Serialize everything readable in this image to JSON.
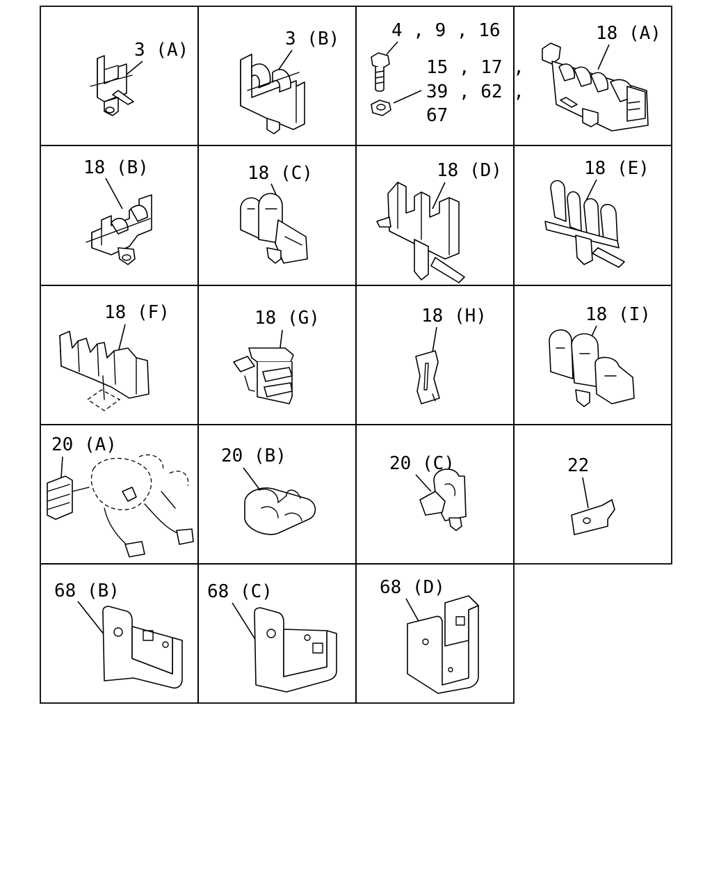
{
  "cells": [
    {
      "labels": [
        "3 (A)"
      ]
    },
    {
      "labels": [
        "3 (B)"
      ]
    },
    {
      "labels": [
        "4 , 9 , 16",
        "15 , 17 ,",
        "39 , 62 ,",
        "67"
      ]
    },
    {
      "labels": [
        "18 (A)"
      ]
    },
    {
      "labels": [
        "18 (B)"
      ]
    },
    {
      "labels": [
        "18 (C)"
      ]
    },
    {
      "labels": [
        "18 (D)"
      ]
    },
    {
      "labels": [
        "18 (E)"
      ]
    },
    {
      "labels": [
        "18 (F)"
      ]
    },
    {
      "labels": [
        "18 (G)"
      ]
    },
    {
      "labels": [
        "18 (H)"
      ]
    },
    {
      "labels": [
        "18 (I)"
      ]
    },
    {
      "labels": [
        "20 (A)"
      ]
    },
    {
      "labels": [
        "20 (B)"
      ]
    },
    {
      "labels": [
        "20 (C)"
      ]
    },
    {
      "labels": [
        "22"
      ]
    },
    {
      "labels": [
        "68 (B)"
      ]
    },
    {
      "labels": [
        "68 (C)"
      ]
    },
    {
      "labels": [
        "68 (D)"
      ]
    }
  ]
}
